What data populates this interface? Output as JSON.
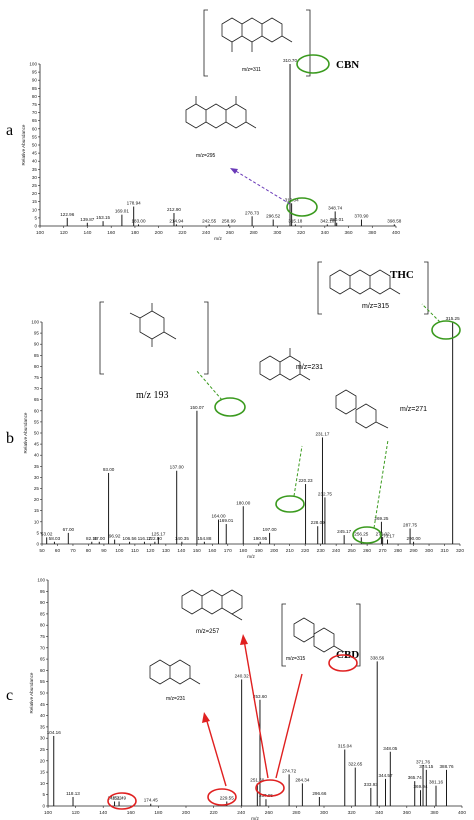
{
  "figure": {
    "a": {
      "label": "a",
      "name": "CBN",
      "ylabel": "Relative Abundance",
      "xlabel": "m/z",
      "struct_top_mz": "m/z=311",
      "struct_mid_mz": "m/z=295",
      "xlim": [
        100,
        400
      ],
      "ylim": [
        0,
        100
      ],
      "xticks": [
        100,
        120,
        140,
        160,
        180,
        200,
        220,
        240,
        260,
        280,
        300,
        320,
        340,
        360,
        380,
        400
      ],
      "yticks": [
        0,
        5,
        10,
        15,
        20,
        25,
        30,
        35,
        40,
        45,
        50,
        55,
        60,
        65,
        70,
        75,
        80,
        85,
        90,
        95,
        100
      ]
    },
    "b": {
      "label": "b",
      "name": "THC",
      "ylabel": "Relative Abundance",
      "xlabel": "m/z",
      "frag193": "m/z 193",
      "frag231": "m/z=231",
      "frag271": "m/z=271",
      "frag315": "m/z=315",
      "xlim": [
        50,
        320
      ],
      "ylim": [
        0,
        100
      ],
      "xticks": [
        50,
        60,
        70,
        80,
        90,
        100,
        110,
        120,
        130,
        140,
        150,
        160,
        170,
        180,
        190,
        200,
        210,
        220,
        230,
        240,
        250,
        260,
        270,
        280,
        290,
        300,
        310,
        320
      ],
      "yticks": [
        0,
        5,
        10,
        15,
        20,
        25,
        30,
        35,
        40,
        45,
        50,
        55,
        60,
        65,
        70,
        75,
        80,
        85,
        90,
        95,
        100
      ]
    },
    "c": {
      "label": "c",
      "name": "CBD",
      "ylabel": "Relative Abundance",
      "xlabel": "m/z",
      "frag257": "m/z=257",
      "frag231": "m/z=231",
      "frag315": "m/z=315",
      "xlim": [
        100,
        400
      ],
      "ylim": [
        0,
        100
      ],
      "xticks": [
        100,
        120,
        140,
        160,
        180,
        200,
        220,
        240,
        260,
        280,
        300,
        320,
        340,
        360,
        380,
        400
      ],
      "yticks": [
        0,
        5,
        10,
        15,
        20,
        25,
        30,
        35,
        40,
        45,
        50,
        55,
        60,
        65,
        70,
        75,
        80,
        85,
        90,
        95,
        100
      ]
    }
  },
  "chart_data": [
    {
      "type": "bar",
      "panel": "a",
      "xlabel": "m/z",
      "ylabel": "Relative Abundance",
      "xlim": [
        100,
        400
      ],
      "ylim": [
        0,
        100
      ],
      "peaks": [
        {
          "x": 122.96,
          "y": 5,
          "label": "122.96"
        },
        {
          "x": 139.87,
          "y": 2,
          "label": "139.87"
        },
        {
          "x": 153.15,
          "y": 3,
          "label": "153.15"
        },
        {
          "x": 169.01,
          "y": 7,
          "label": "169.01"
        },
        {
          "x": 178.94,
          "y": 12,
          "label": "178.94"
        },
        {
          "x": 183.0,
          "y": 1,
          "label": "183.00"
        },
        {
          "x": 212.9,
          "y": 8,
          "label": "212.90"
        },
        {
          "x": 214.94,
          "y": 1,
          "label": "214.94"
        },
        {
          "x": 242.55,
          "y": 1,
          "label": "242.55"
        },
        {
          "x": 258.99,
          "y": 1,
          "label": "258.99"
        },
        {
          "x": 278.73,
          "y": 6,
          "label": "278.73"
        },
        {
          "x": 296.52,
          "y": 4,
          "label": "296.52"
        },
        {
          "x": 310.7,
          "y": 100,
          "label": "310.70"
        },
        {
          "x": 312.04,
          "y": 14,
          "label": "312.04"
        },
        {
          "x": 315.18,
          "y": 1,
          "label": "315.18"
        },
        {
          "x": 342.1,
          "y": 1,
          "label": "342.10"
        },
        {
          "x": 348.74,
          "y": 9,
          "label": "348.74"
        },
        {
          "x": 350.01,
          "y": 2,
          "label": "350.01"
        },
        {
          "x": 370.9,
          "y": 4,
          "label": "370.90"
        },
        {
          "x": 398.58,
          "y": 1,
          "label": "398.58"
        }
      ]
    },
    {
      "type": "bar",
      "panel": "b",
      "xlabel": "m/z",
      "ylabel": "Relative Abundance",
      "xlim": [
        50,
        320
      ],
      "ylim": [
        0,
        100
      ],
      "peaks": [
        {
          "x": 53.02,
          "y": 3,
          "label": "53.02"
        },
        {
          "x": 58.03,
          "y": 1,
          "label": "58.03"
        },
        {
          "x": 67.0,
          "y": 5,
          "label": "67.00"
        },
        {
          "x": 82.15,
          "y": 1,
          "label": "82.15"
        },
        {
          "x": 87.0,
          "y": 1,
          "label": "87.00"
        },
        {
          "x": 93.0,
          "y": 32,
          "label": "93.00"
        },
        {
          "x": 96.92,
          "y": 2,
          "label": "96.92"
        },
        {
          "x": 106.56,
          "y": 1,
          "label": "106.56"
        },
        {
          "x": 116.17,
          "y": 1,
          "label": "116.17"
        },
        {
          "x": 125.17,
          "y": 3,
          "label": "125.17"
        },
        {
          "x": 122.9,
          "y": 1,
          "label": "122.90"
        },
        {
          "x": 137.0,
          "y": 33,
          "label": "137.00"
        },
        {
          "x": 140.35,
          "y": 1,
          "label": "140.35"
        },
        {
          "x": 150.07,
          "y": 60,
          "label": "150.07"
        },
        {
          "x": 154.88,
          "y": 1,
          "label": "154.88"
        },
        {
          "x": 164.0,
          "y": 11,
          "label": "164.00"
        },
        {
          "x": 169.01,
          "y": 9,
          "label": "169.01"
        },
        {
          "x": 180.0,
          "y": 17,
          "label": "180.00"
        },
        {
          "x": 190.95,
          "y": 1,
          "label": "190.95"
        },
        {
          "x": 197.0,
          "y": 5,
          "label": "197.00"
        },
        {
          "x": 220.23,
          "y": 27,
          "label": "220.23"
        },
        {
          "x": 228.09,
          "y": 8,
          "label": "228.09"
        },
        {
          "x": 231.17,
          "y": 48,
          "label": "231.17"
        },
        {
          "x": 232.75,
          "y": 21,
          "label": "232.75"
        },
        {
          "x": 245.17,
          "y": 4,
          "label": "245.17"
        },
        {
          "x": 256.25,
          "y": 3,
          "label": "256.25"
        },
        {
          "x": 269.25,
          "y": 10,
          "label": "269.25"
        },
        {
          "x": 270.02,
          "y": 3,
          "label": "270.02"
        },
        {
          "x": 273.17,
          "y": 2,
          "label": "273.17"
        },
        {
          "x": 287.75,
          "y": 7,
          "label": "287.75"
        },
        {
          "x": 290.0,
          "y": 1,
          "label": "290.00"
        },
        {
          "x": 315.25,
          "y": 100,
          "label": "315.25"
        }
      ]
    },
    {
      "type": "bar",
      "panel": "c",
      "xlabel": "m/z",
      "ylabel": "Relative Abundance",
      "xlim": [
        100,
        400
      ],
      "ylim": [
        0,
        100
      ],
      "peaks": [
        {
          "x": 104.16,
          "y": 31,
          "label": "104.16"
        },
        {
          "x": 118.13,
          "y": 4,
          "label": "118.13"
        },
        {
          "x": 148.22,
          "y": 2,
          "label": "148.22"
        },
        {
          "x": 151.49,
          "y": 2,
          "label": "151.49"
        },
        {
          "x": 174.45,
          "y": 1,
          "label": "174.45"
        },
        {
          "x": 229.55,
          "y": 2,
          "label": "229.55"
        },
        {
          "x": 240.32,
          "y": 56,
          "label": "240.32"
        },
        {
          "x": 251.69,
          "y": 10,
          "label": "251.69"
        },
        {
          "x": 253.6,
          "y": 47,
          "label": "253.60"
        },
        {
          "x": 257.95,
          "y": 3,
          "label": "257.95"
        },
        {
          "x": 274.72,
          "y": 14,
          "label": "274.72"
        },
        {
          "x": 284.34,
          "y": 10,
          "label": "284.34"
        },
        {
          "x": 296.66,
          "y": 4,
          "label": "296.66"
        },
        {
          "x": 315.04,
          "y": 25,
          "label": "315.04"
        },
        {
          "x": 322.65,
          "y": 17,
          "label": "322.65"
        },
        {
          "x": 333.93,
          "y": 8,
          "label": "333.93"
        },
        {
          "x": 338.56,
          "y": 64,
          "label": "338.56"
        },
        {
          "x": 348.05,
          "y": 24,
          "label": "348.05"
        },
        {
          "x": 344.57,
          "y": 12,
          "label": "344.57"
        },
        {
          "x": 365.74,
          "y": 11,
          "label": "365.74"
        },
        {
          "x": 369.94,
          "y": 7,
          "label": "369.94"
        },
        {
          "x": 371.76,
          "y": 18,
          "label": "371.76"
        },
        {
          "x": 374.15,
          "y": 16,
          "label": "374.15"
        },
        {
          "x": 381.16,
          "y": 9,
          "label": "381.16"
        },
        {
          "x": 388.76,
          "y": 16,
          "label": "388.76"
        }
      ]
    }
  ]
}
